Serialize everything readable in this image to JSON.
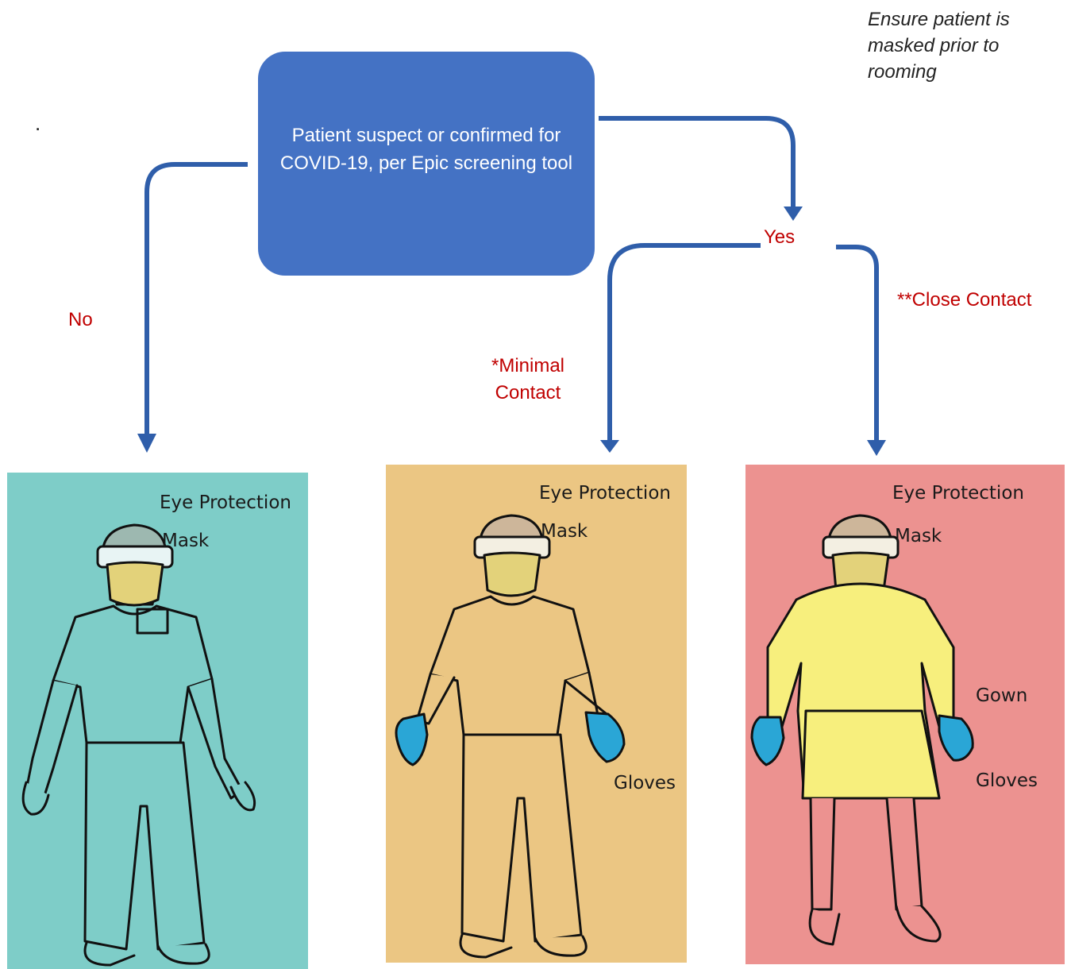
{
  "note": "Ensure patient is masked prior to rooming",
  "stray_mark": ".",
  "decision": {
    "text": "Patient suspect or confirmed for COVID-19, per Epic screening tool"
  },
  "branches": {
    "no_label": "No",
    "yes_label": "Yes",
    "minimal_label": "*Minimal Contact",
    "close_label": "**Close Contact"
  },
  "panels": [
    {
      "background": "#7ecdc8",
      "labels": [
        "Eye Protection",
        "Mask"
      ]
    },
    {
      "background": "#ebc683",
      "labels": [
        "Eye Protection",
        "Mask",
        "Gloves"
      ]
    },
    {
      "background": "#ec9290",
      "labels": [
        "Eye Protection",
        "Mask",
        "Gown",
        "Gloves"
      ]
    }
  ],
  "colors": {
    "decision_fill": "#4472c4",
    "arrow": "#2f5eaa",
    "label_red": "#c00000",
    "glove": "#2aa6d6",
    "gown": "#f7ef7d",
    "mask": "#e3d27a"
  }
}
